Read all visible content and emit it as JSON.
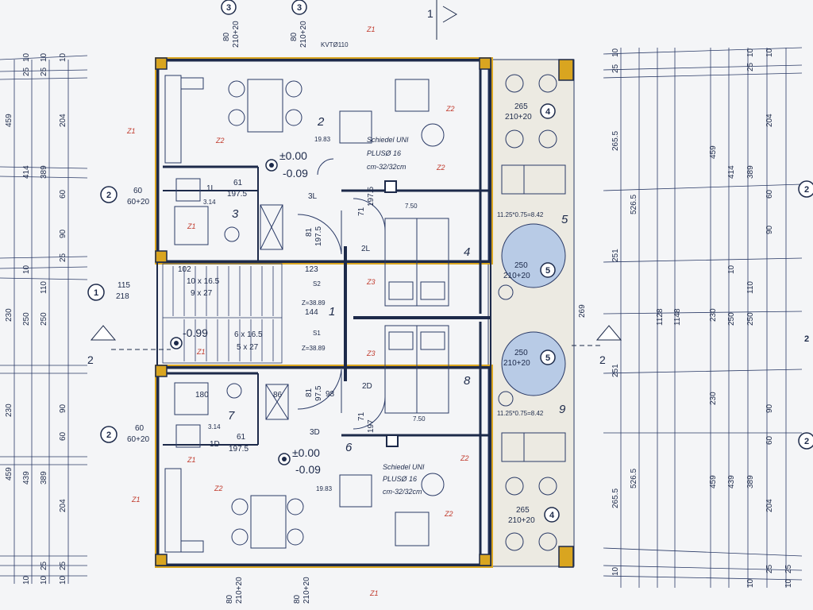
{
  "top_markers": [
    "3",
    "3"
  ],
  "section_marks": {
    "top": "1",
    "left": "2",
    "right": "2"
  },
  "side_markers": {
    "left_2a": "2",
    "left_1": "1",
    "left_2b": "2",
    "right_2a": "2",
    "right_2b": "2",
    "right_2c": "2"
  },
  "rooms": {
    "r2": "2",
    "r3": "3",
    "r1": "1",
    "r4": "4",
    "r5": "5",
    "r6": "6",
    "r7": "7",
    "r8": "8",
    "r9": "9"
  },
  "levels": {
    "top_zero": "±0.00",
    "top_minus": "-0.09",
    "mid": "-0.99",
    "bot_zero": "±0.00",
    "bot_minus": "-0.09"
  },
  "chimney": {
    "top_name": "Schiedel UNI",
    "top_plus": "PLUSØ 16",
    "top_size": "cm-32/32cm",
    "bot_name": "Schiedel UNI",
    "bot_plus": "PLUSØ 16",
    "bot_size": "cm-32/32cm"
  },
  "windows": {
    "w4a_w": "265",
    "w4a_h": "210+20",
    "w4a_n": "4",
    "w5a_w": "250",
    "w5a_h": "210+20",
    "w5a_n": "5",
    "w5b_w": "250",
    "w5b_h": "210+20",
    "w5b_n": "5",
    "w4b_w": "265",
    "w4b_h": "210+20",
    "w4b_n": "4",
    "w2a_w": "60",
    "w2a_h": "60+20",
    "w2a_n": "2",
    "w1_w": "115",
    "w1_h": "218",
    "w1_n": "1",
    "w2b_w": "60",
    "w2b_h": "60+20",
    "w2b_n": "2",
    "top_w1a": "80",
    "top_w1b": "210+20",
    "top_w2a": "80",
    "top_w2b": "210+20",
    "bot_w1a": "80",
    "bot_w1b": "210+20",
    "bot_w2a": "80",
    "bot_w2b": "210+20",
    "kv": "KVTØ110"
  },
  "notes": {
    "stair_a": "10 x 16.5",
    "stair_b": "9 x 27",
    "stair_c": "6 x 16.5",
    "stair_d": "5 x 27",
    "s2": "S2",
    "s1": "S1",
    "zsa": "Z=38.89",
    "zsb": "Z=38.89",
    "n102": "102",
    "n123": "123",
    "n144": "144",
    "n61a": "61",
    "n1975a": "197.5",
    "n71a": "71",
    "n1975b": "197.5",
    "n81a": "81",
    "n1975c": "197.5",
    "n61b": "61",
    "n1975d": "197.5",
    "n81b": "81",
    "n1975e": "97.5",
    "n98": "98",
    "n71b": "71",
    "n1975f": "197",
    "n180": "180",
    "n86": "86",
    "n750a": "7.50",
    "n750b": "7.50",
    "n1983a": "19.83",
    "n1983b": "19.83",
    "n314a": "3.14",
    "n314b": "3.14",
    "pool_a": "11.25*0.75=8.42",
    "pool_b": "11.25*0.75=8.42",
    "d1l": "1L",
    "d3l": "3L",
    "d2l": "2L",
    "d2d": "2D",
    "d3d": "3D",
    "d1d": "1D",
    "n269": "269"
  },
  "red_marks": [
    "Z1",
    "Z1",
    "Z2",
    "Z1",
    "Z2",
    "Z2",
    "Z3",
    "Z3",
    "Z1",
    "Z1",
    "Z2",
    "Z1",
    "Z2",
    "Z2",
    "Z1"
  ],
  "dims_left_outer": [
    "459",
    "230",
    "230",
    "459"
  ],
  "dims_left_2": [
    "414",
    "10",
    "250",
    "439"
  ],
  "dims_left_3": [
    "389",
    "110",
    "250",
    "389"
  ],
  "dims_left_4": [
    "204",
    "60",
    "90",
    "25",
    "90",
    "60",
    "204"
  ],
  "dims_left_small": [
    "10",
    "25",
    "10",
    "25",
    "10",
    "10",
    "10",
    "25",
    "10",
    "25"
  ],
  "dims_right_1": [
    "265.5",
    "526.5",
    "251",
    "251",
    "526.5",
    "265.5"
  ],
  "dims_right_2": [
    "1128",
    "1148"
  ],
  "dims_right_3": [
    "459",
    "230",
    "230",
    "459"
  ],
  "dims_right_4": [
    "414",
    "10",
    "250",
    "439"
  ],
  "dims_right_5": [
    "389",
    "110",
    "250",
    "389"
  ],
  "dims_right_6": [
    "204",
    "60",
    "90",
    "90",
    "60",
    "204"
  ],
  "dims_right_small": [
    "10",
    "25",
    "10",
    "25",
    "10",
    "10",
    "10",
    "25",
    "10",
    "25"
  ]
}
